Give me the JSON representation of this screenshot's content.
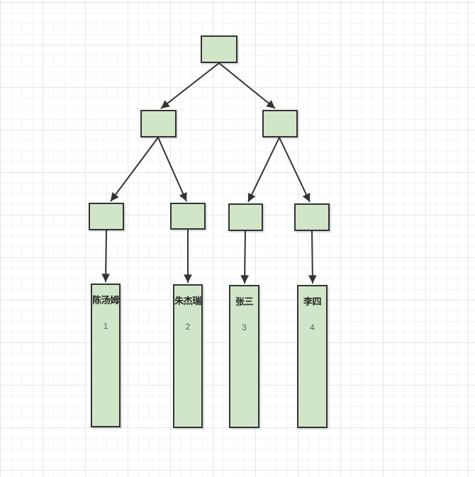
{
  "canvas": {
    "background": "#ffffff",
    "grid_minor_color": "#f4f4f4",
    "grid_major_color": "#e7e7e7"
  },
  "diagram": {
    "colors": {
      "node_fill": "#d1e6c8",
      "node_border": "#333333",
      "arrow": "#333333",
      "name_text": "#222222",
      "value_text": "#595959"
    },
    "leaf_cards": [
      {
        "name": "陈汤姆",
        "value": "1"
      },
      {
        "name": "朱杰瑞",
        "value": "2"
      },
      {
        "name": "张三",
        "value": "3"
      },
      {
        "name": "李四",
        "value": "4"
      }
    ]
  }
}
